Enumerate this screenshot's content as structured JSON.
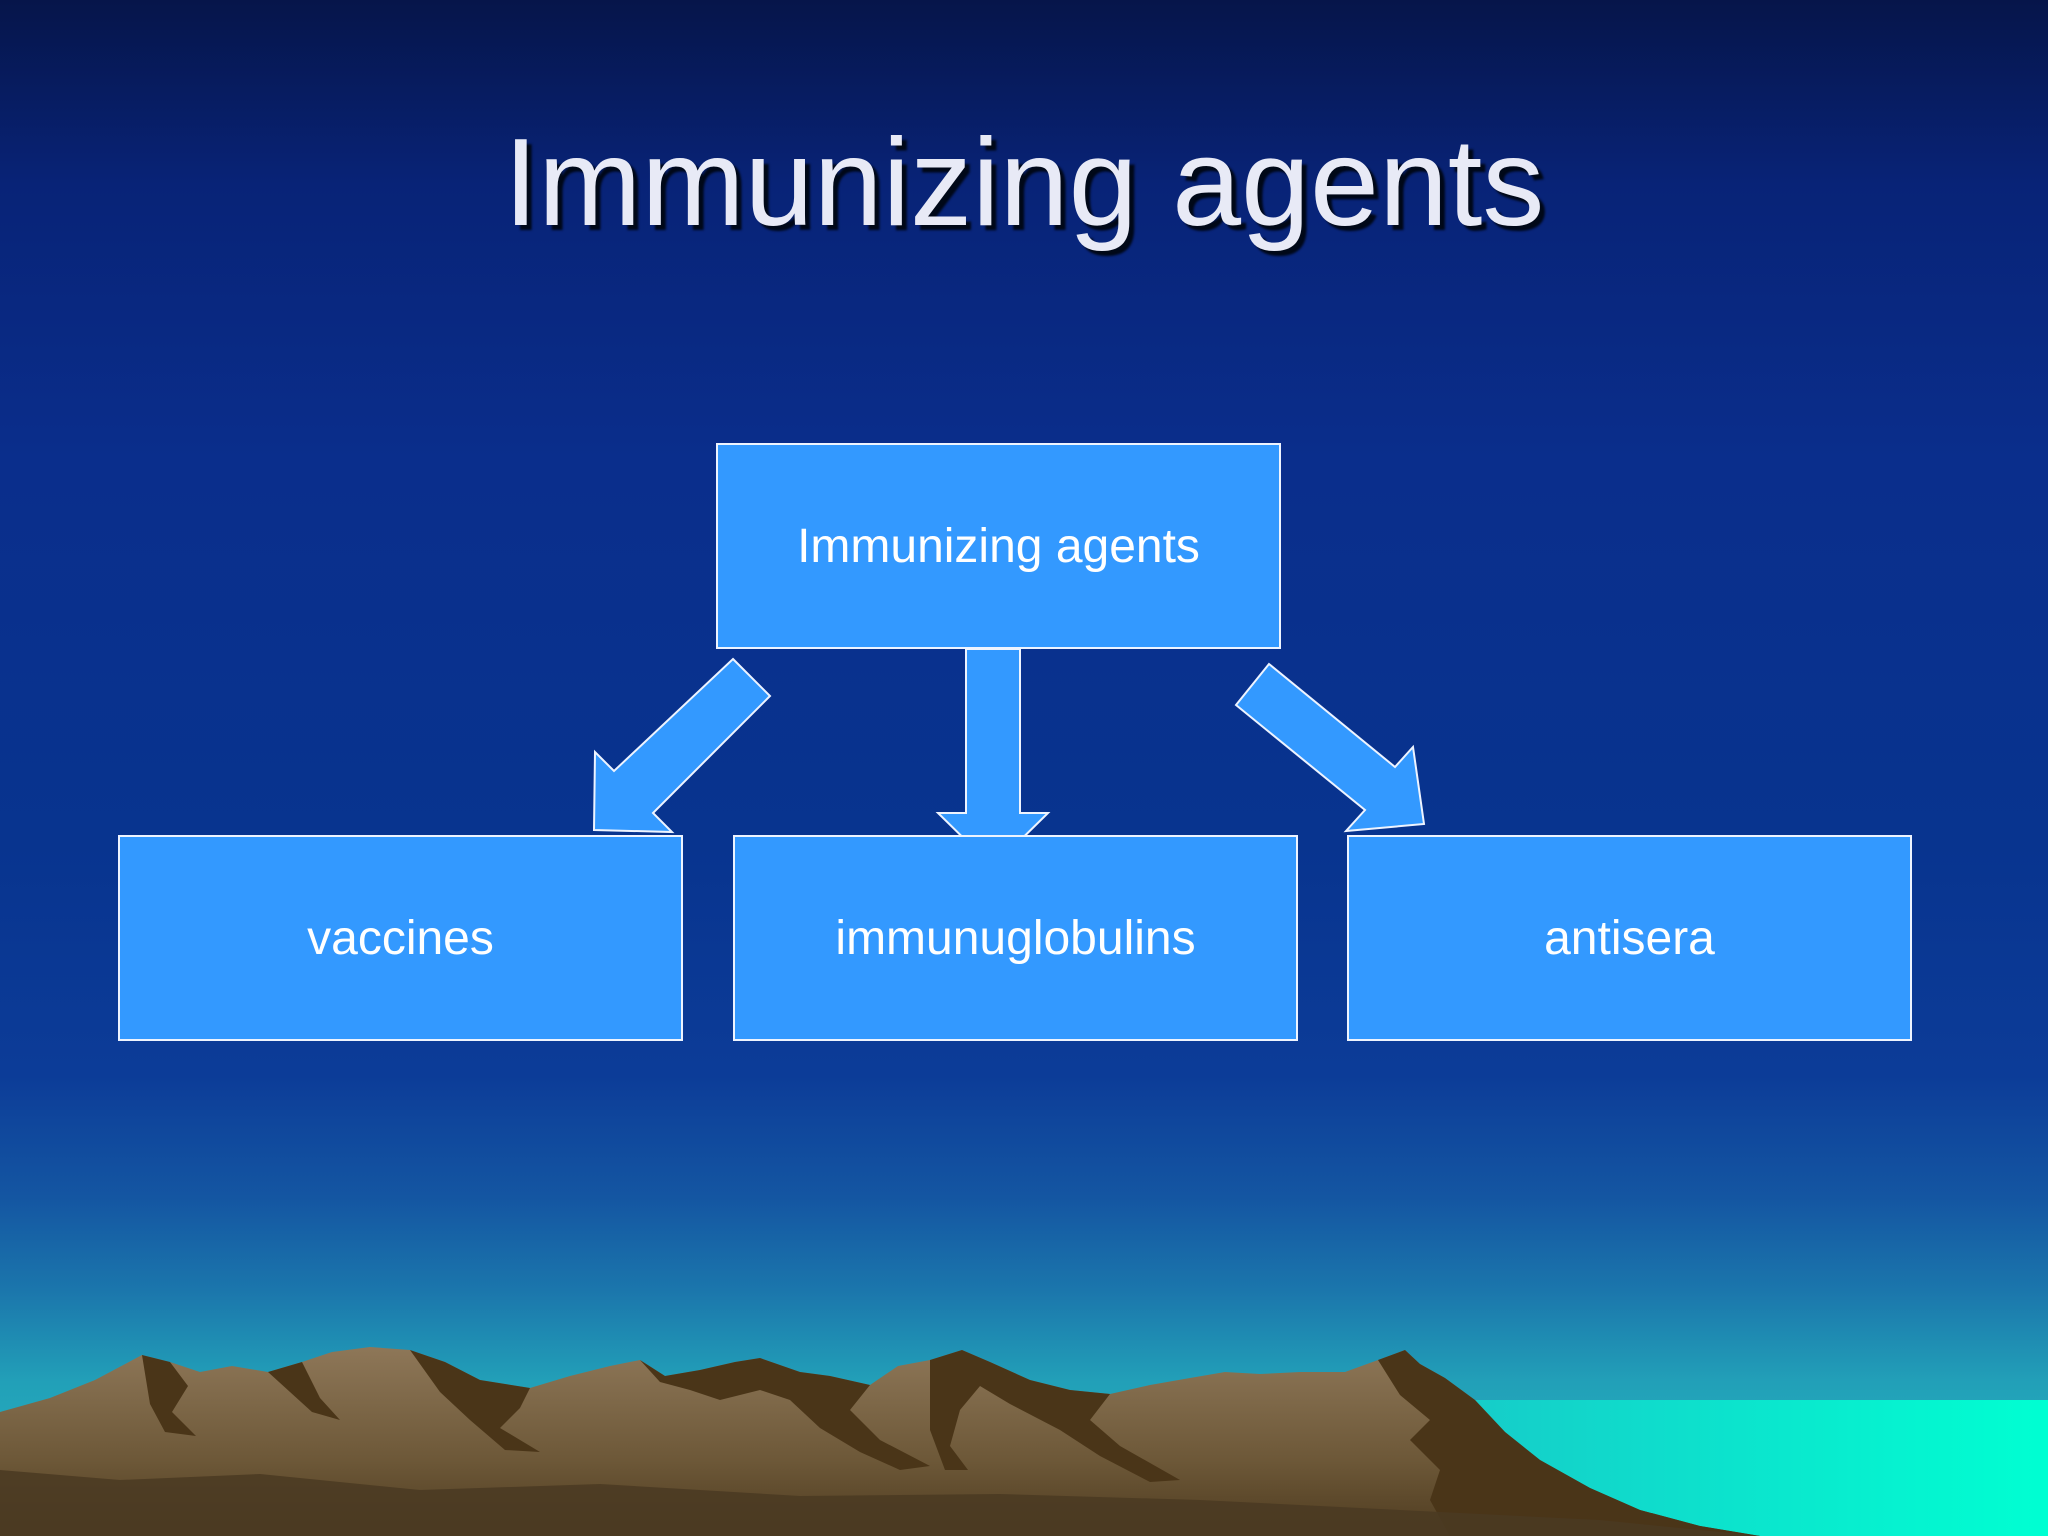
{
  "slide": {
    "title": "Immunizing agents"
  },
  "diagram": {
    "root": "Immunizing agents",
    "children": [
      "vaccines",
      "immunuglobulins",
      "antisera"
    ]
  },
  "colors": {
    "box_fill": "#3399ff",
    "box_border": "#eef4ff",
    "text": "#ffffff",
    "title_text": "#e8eaf6"
  }
}
